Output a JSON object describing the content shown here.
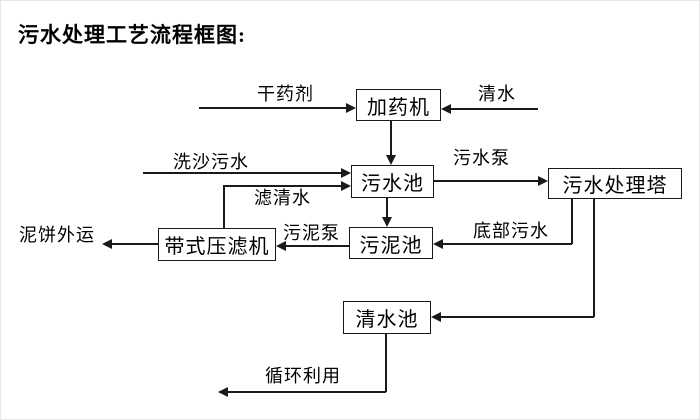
{
  "title": "污水处理工艺流程框图:",
  "colors": {
    "line": "#1a1a1a",
    "background": "#ffffff",
    "text": "#000000"
  },
  "nodes": {
    "dosing_machine": "加药机",
    "sewage_pool": "污水池",
    "treatment_tower": "污水处理塔",
    "sludge_pool": "污泥池",
    "belt_filter_press": "带式压滤机",
    "clean_water_pool": "清水池"
  },
  "flow_labels": {
    "dry_chemical": "干药剂",
    "clean_water": "清水",
    "sand_washing_sewage": "洗沙污水",
    "filtered_water": "滤清水",
    "sewage_pump": "污水泵",
    "bottom_sewage": "底部污水",
    "sludge_pump": "污泥泵",
    "mud_cake_transport": "泥饼外运",
    "recycling": "循环利用"
  }
}
